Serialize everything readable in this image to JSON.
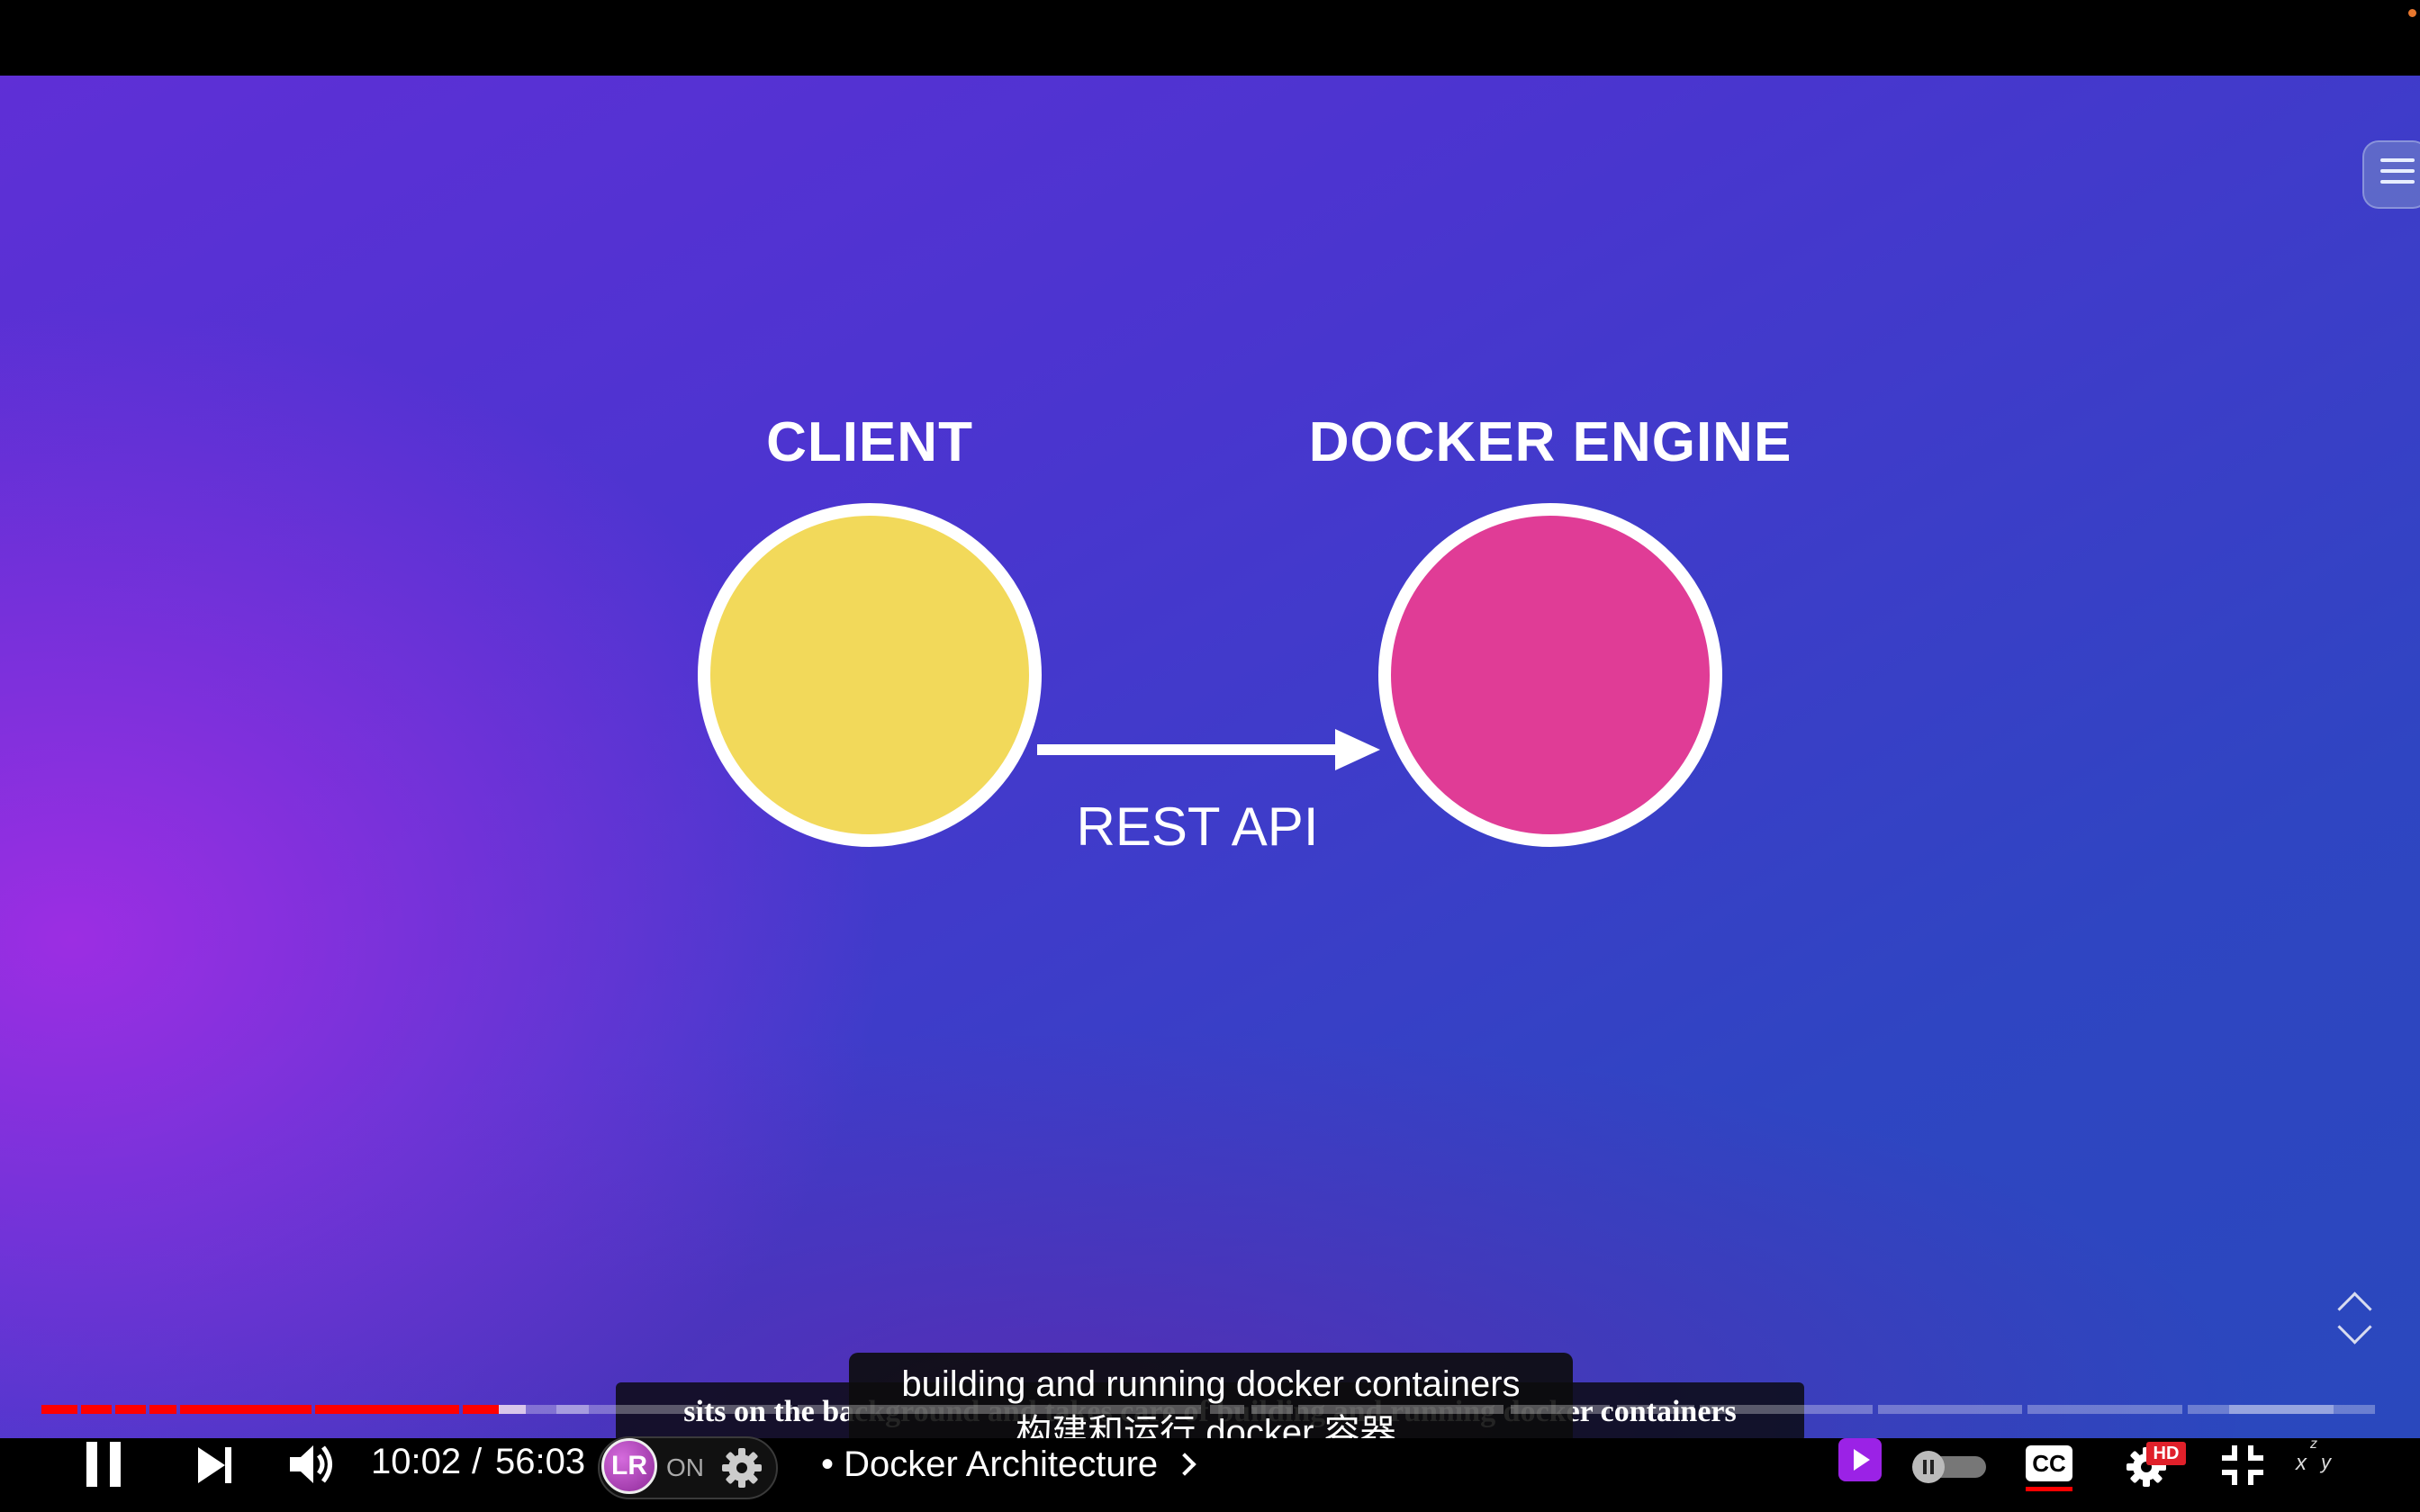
{
  "window": {
    "title": "Docker Architecture"
  },
  "diagram": {
    "client_label": "CLIENT",
    "engine_label": "DOCKER ENGINE",
    "arrow_label": "REST API",
    "client_color": "#f2d95a",
    "engine_color": "#e03c96"
  },
  "subtitles": {
    "secondary_line": "sits on the background and takes care of building and running docker containers",
    "primary_line_en": "building and running docker containers",
    "primary_line_zh": "构建和运行 docker 容器,"
  },
  "player": {
    "current_time": "10:02",
    "separator": "/",
    "duration": "56:03",
    "progress_fraction": 0.179,
    "buffered_fraction": 0.198,
    "chapter_title": "• Docker Architecture",
    "extension_status": "ON",
    "extension_logo": "LR",
    "quality_badge": "HD",
    "captions_button": "CC",
    "mini_label_x": "x",
    "mini_label_y": "y",
    "mini_label_z": "z",
    "icons": {
      "pause": "pause-icon",
      "next": "skip-next-icon",
      "volume": "volume-icon",
      "settings": "gear-icon",
      "autoplay": "autoplay-toggle",
      "fullscreen": "exit-fullscreen-icon",
      "menu": "menu-icon"
    },
    "accent_color": "#ff0000"
  }
}
